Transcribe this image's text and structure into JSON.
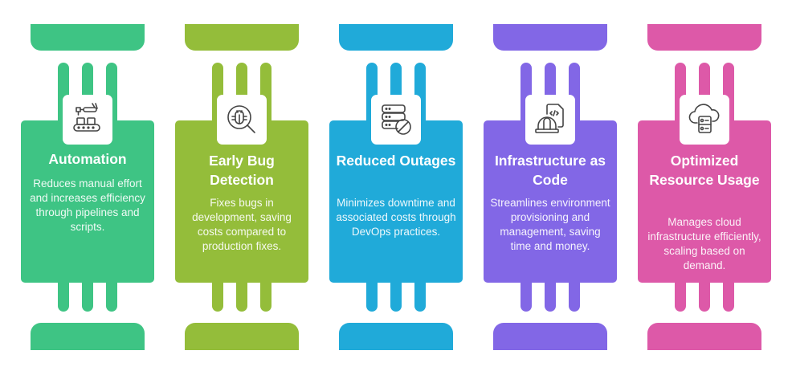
{
  "columns": [
    {
      "title": "Automation",
      "description": "Reduces manual effort and increases efficiency through pipelines and scripts.",
      "icon": "robotic-arm-conveyor-icon",
      "color": "#3EC484"
    },
    {
      "title": "Early Bug Detection",
      "description": "Fixes bugs in development, saving costs compared to production fixes.",
      "icon": "bug-magnifier-icon",
      "color": "#94BD3A"
    },
    {
      "title": "Reduced Outages",
      "description": "Minimizes downtime and associated costs through DevOps practices.",
      "icon": "server-blocked-icon",
      "color": "#20AAD9"
    },
    {
      "title": "Infrastructure as Code",
      "description": "Streamlines environment provisioning and management, saving time and money.",
      "icon": "hardhat-code-icon",
      "color": "#8267E6"
    },
    {
      "title": "Optimized Resource Usage",
      "description": "Manages cloud infrastructure efficiently, scaling based on demand.",
      "icon": "cloud-server-icon",
      "color": "#DD59A8"
    }
  ]
}
